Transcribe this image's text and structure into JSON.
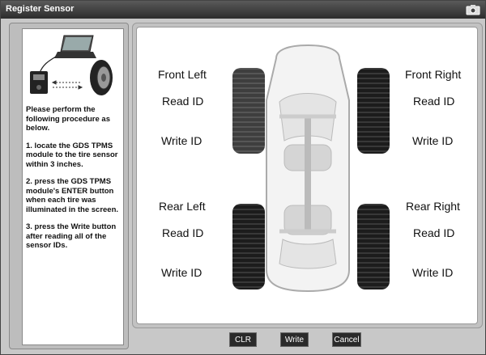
{
  "window": {
    "title": "Register Sensor",
    "camera_icon": "camera-icon"
  },
  "instructions": {
    "intro": "Please perform the following procedure as below.",
    "step1": "1. locate the GDS TPMS module to the tire sensor within 3 inches.",
    "step2": "2. press the GDS TPMS module's ENTER button when each tire was illuminated in the screen.",
    "step3": "3. press the Write button after reading all of the sensor IDs."
  },
  "tires": {
    "front_left": {
      "name": "Front Left",
      "read": "Read ID",
      "write": "Write ID"
    },
    "front_right": {
      "name": "Front Right",
      "read": "Read ID",
      "write": "Write ID"
    },
    "rear_left": {
      "name": "Rear Left",
      "read": "Read ID",
      "write": "Write ID"
    },
    "rear_right": {
      "name": "Rear Right",
      "read": "Read ID",
      "write": "Write ID"
    }
  },
  "buttons": {
    "clr": "CLR",
    "write": "Write",
    "cancel": "Cancel"
  }
}
